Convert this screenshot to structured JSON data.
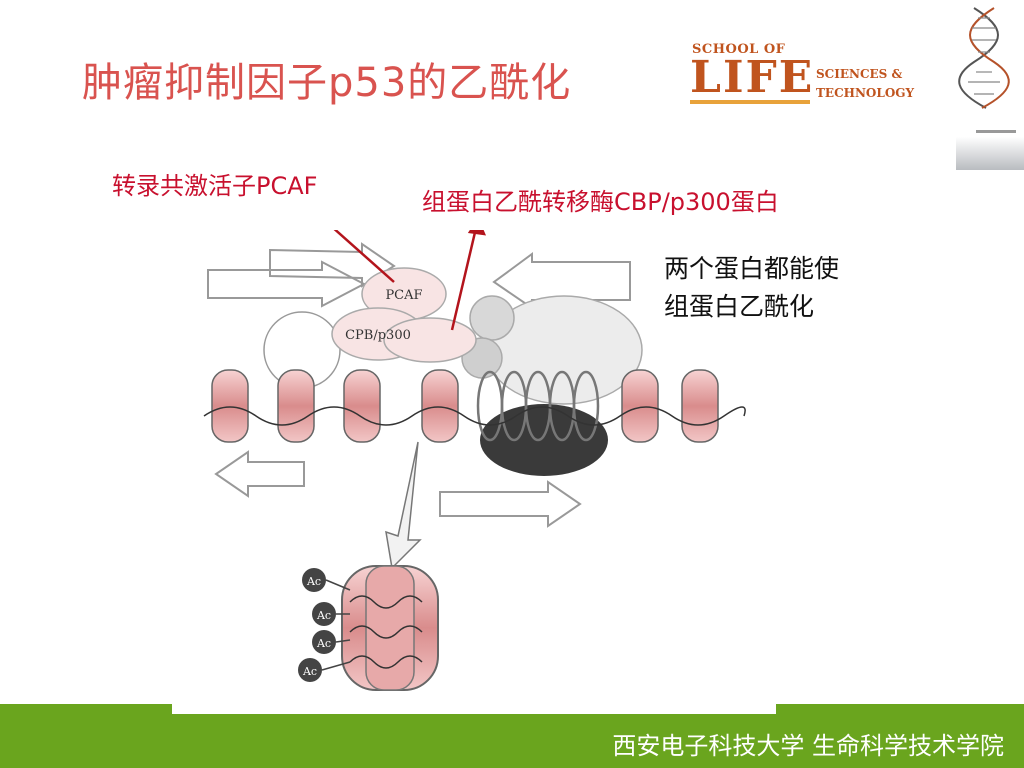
{
  "slide": {
    "title": "肿瘤抑制因子p53的乙酰化",
    "labels": {
      "pcaf": "转录共激活子PCAF",
      "cbp": "组蛋白乙酰转移酶CBP/p300蛋白"
    },
    "note_lines": [
      "两个蛋白都能使",
      "组蛋白乙酰化"
    ]
  },
  "logo": {
    "school": "SCHOOL OF",
    "life": "LIFE",
    "sciences": "SCIENCES &",
    "technology": "TECHNOLOGY"
  },
  "figure": {
    "pcaf_label": "PCAF",
    "cbp_label": "CPB/p300",
    "ac_marks": [
      "Ac",
      "Ac",
      "Ac",
      "Ac"
    ]
  },
  "footer": {
    "text": "西安电子科技大学 生命科学技术学院"
  },
  "colors": {
    "title": "#d9534f",
    "label_red": "#c8102e",
    "footer_green": "#6aa51e",
    "logo": "#c0541e"
  },
  "icons": [
    "dna-helix-icon"
  ]
}
